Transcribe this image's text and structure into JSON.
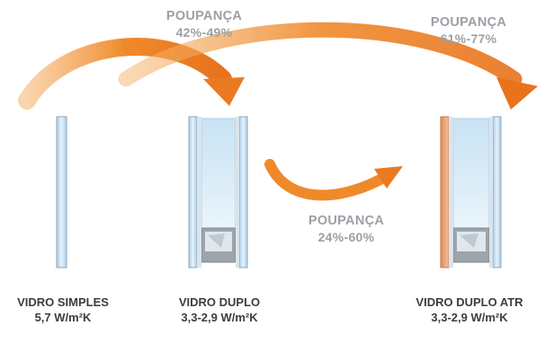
{
  "savings": [
    {
      "title": "POUPANÇA",
      "range": "42%-49%"
    },
    {
      "title": "POUPANÇA",
      "range": "61%-77%"
    },
    {
      "title": "POUPANÇA",
      "range": "24%-60%"
    }
  ],
  "glazing": [
    {
      "name": "VIDRO SIMPLES",
      "value": "5,7 W/m²K"
    },
    {
      "name": "VIDRO DUPLO",
      "value": "3,3-2,9 W/m²K"
    },
    {
      "name": "VIDRO DUPLO ATR",
      "value": "3,3-2,9 W/m²K"
    }
  ],
  "colors": {
    "arrow_orange": "#f08a2a",
    "glass_blue": "#b9d9f0",
    "label_gray": "#9aa0a6",
    "caption_dark": "#3a3d42"
  }
}
